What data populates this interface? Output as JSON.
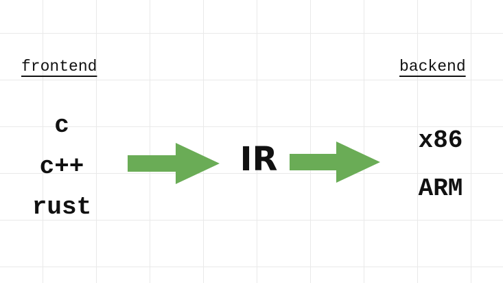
{
  "frontend": {
    "heading": "frontend",
    "items": [
      "c",
      "c++",
      "rust"
    ]
  },
  "middle": {
    "label": "IR"
  },
  "backend": {
    "heading": "backend",
    "items": [
      "x86",
      "ARM"
    ]
  },
  "colors": {
    "arrow": "#6aac56",
    "text": "#111111",
    "grid": "#e9e9e9",
    "background": "#ffffff"
  }
}
